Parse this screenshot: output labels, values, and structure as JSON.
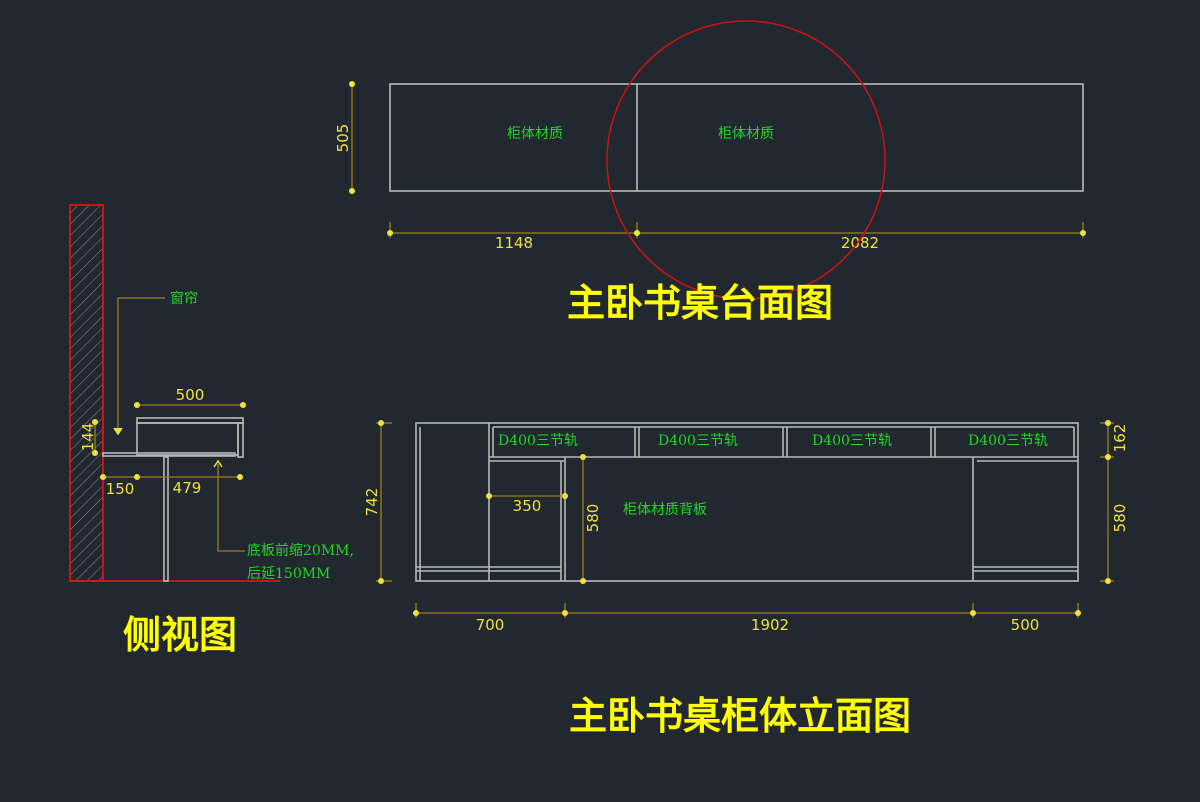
{
  "plan": {
    "title": "主卧书桌台面图",
    "labels": [
      "柜体材质",
      "柜体材质"
    ],
    "dims": {
      "depth": "505",
      "left": "1148",
      "right": "2082"
    }
  },
  "side": {
    "title": "侧视图",
    "curtain": "窗帘",
    "note_line1": "底板前缩20MM,",
    "note_line2": "后延150MM",
    "dims": {
      "top": "500",
      "height": "144",
      "back": "150",
      "front": "479"
    }
  },
  "elevation": {
    "title": "主卧书桌柜体立面图",
    "drawers": [
      "D400三节轨",
      "D400三节轨",
      "D400三节轨",
      "D400三节轨"
    ],
    "back_panel": "柜体材质背板",
    "dims": {
      "total_height": "742",
      "drawer_height": "162",
      "cabinet_height": "580",
      "inner_height": "580",
      "inner_width": "350",
      "left": "700",
      "middle": "1902",
      "right": "500"
    }
  },
  "colors": {
    "background": "#212830",
    "dimension": "#f0e040",
    "note": "#22d622",
    "highlight": "#cc1111"
  }
}
